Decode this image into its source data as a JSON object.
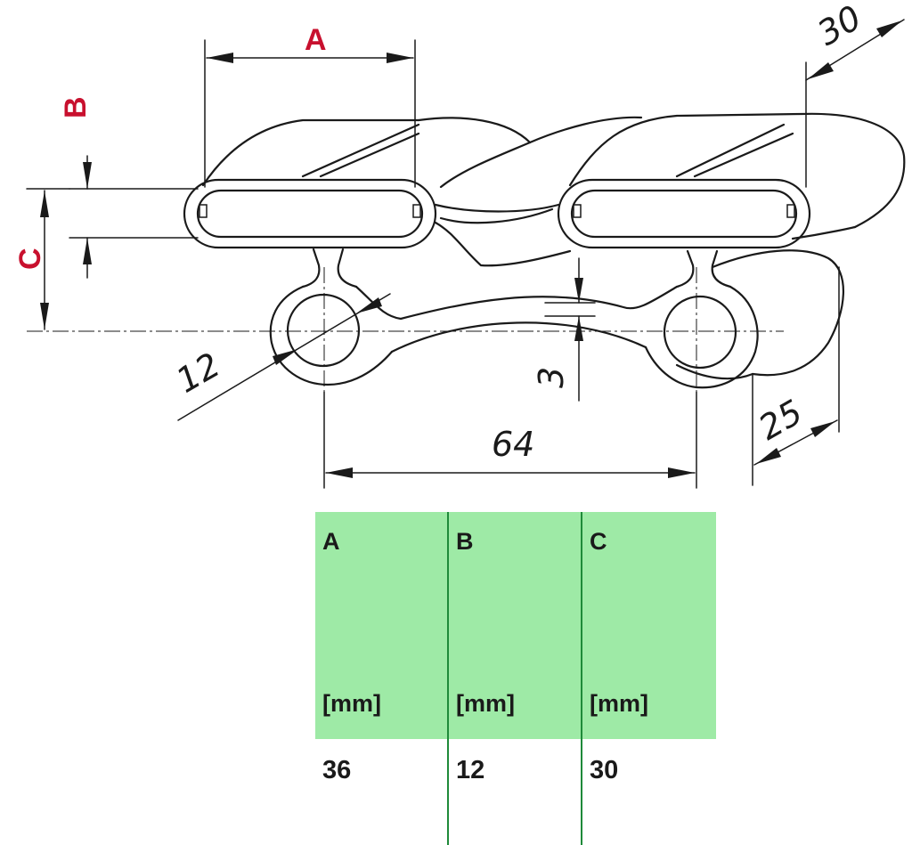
{
  "drawing": {
    "labels": {
      "a": "A",
      "b": "B",
      "c": "C"
    },
    "dimensions": {
      "d30": "30",
      "d12": "12",
      "d3": "3",
      "d64": "64",
      "d25": "25"
    },
    "colors": {
      "label_red": "#c8102e",
      "table_green": "#9eeaa6",
      "divider_green": "#1f8a3a"
    }
  },
  "table": {
    "columns": [
      {
        "header": "A",
        "unit": "[mm]",
        "value": "36"
      },
      {
        "header": "B",
        "unit": "[mm]",
        "value": "12"
      },
      {
        "header": "C",
        "unit": "[mm]",
        "value": "30"
      }
    ]
  }
}
